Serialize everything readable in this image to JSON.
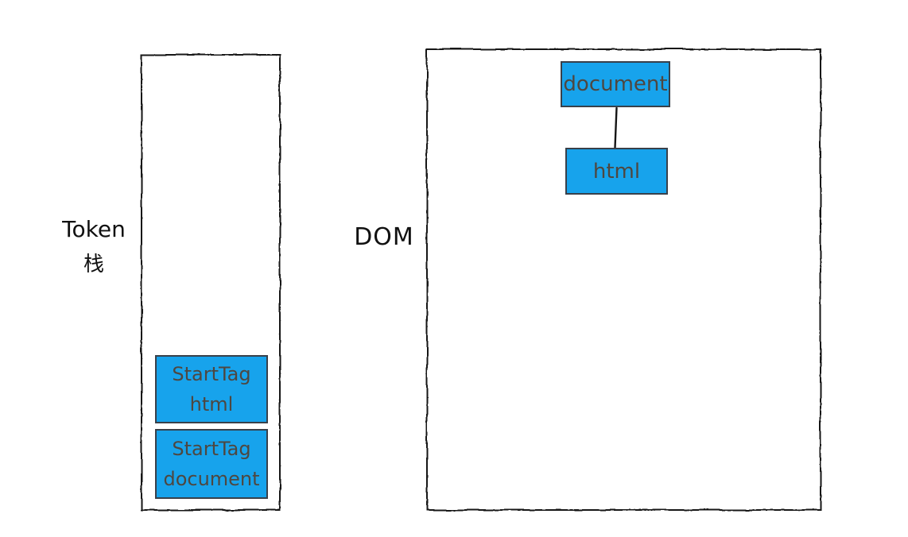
{
  "colors": {
    "background": "#ffffff",
    "node_fill": "#17a3ec",
    "node_border": "#38404a",
    "node_text": "#4e4740",
    "outline_stroke": "#161616",
    "label_text": "#111111"
  },
  "token_panel": {
    "label_line1": "Token",
    "label_line2": "栈",
    "stack": [
      {
        "label": "StartTag\nhtml"
      },
      {
        "label": "StartTag\ndocument"
      }
    ]
  },
  "dom_panel": {
    "label": "DOM",
    "nodes": [
      {
        "id": "document",
        "label": "document"
      },
      {
        "id": "html",
        "label": "html"
      }
    ],
    "edges": [
      {
        "from": "document",
        "to": "html"
      }
    ]
  }
}
